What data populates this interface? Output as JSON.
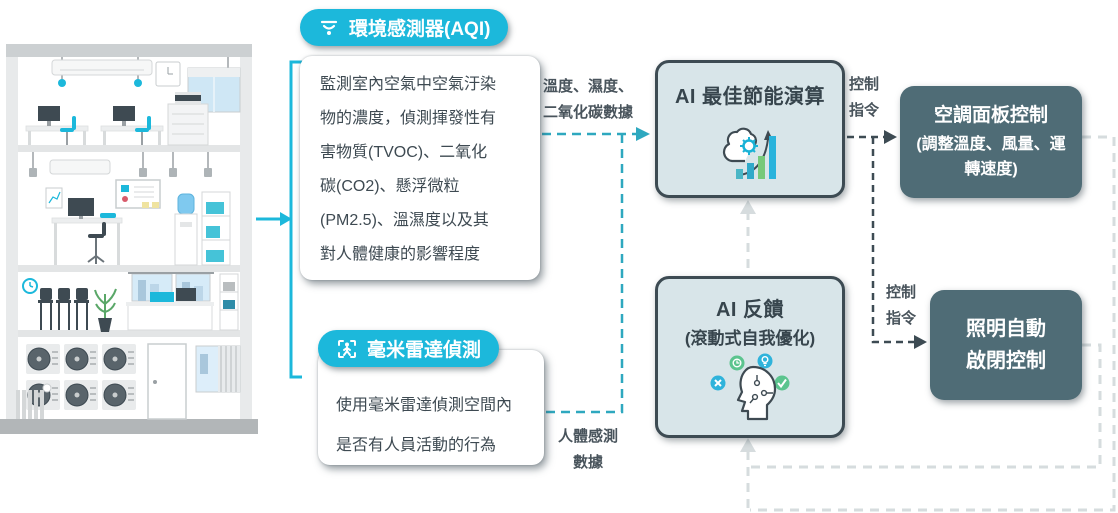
{
  "colors": {
    "accent_cyan": "#1CB8DB",
    "teal_dash": "#2EA8BF",
    "dark_slate": "#3D4B53",
    "ai_box_fill": "#D8E5E9",
    "control_box_fill": "#4F6C76",
    "feedback_dash": "#D6DCDE",
    "green_accent": "#5BC48E"
  },
  "icons": {
    "aqi": "sensor-waves-icon",
    "radar": "person-detect-icon",
    "algorithm": "brain-gear-chart-icon",
    "feedback": "head-circuit-icon"
  },
  "sensor_aqi": {
    "title": "環境感測器(AQI)",
    "body": "監測室內空氣中空氣汙染\n物的濃度，偵測揮發性有\n害物質(TVOC)、二氧化\n碳(CO2)、懸浮微粒\n(PM2.5)、溫濕度以及其\n對人體健康的影響程度"
  },
  "sensor_radar": {
    "title": "毫米雷達偵測",
    "body": "使用毫米雷達偵測空間內\n是否有人員活動的行為"
  },
  "ai_algorithm": {
    "title": "AI 最佳節能演算"
  },
  "ai_feedback": {
    "title": "AI 反饋",
    "subtitle": "(滾動式自我優化)"
  },
  "control_hvac": {
    "title": "空調面板控制",
    "subtitle": "(調整溫度、風量、運\n轉速度)"
  },
  "control_lighting": {
    "title": "照明自動\n啟閉控制"
  },
  "labels": {
    "env_data": "溫度、濕度、\n二氧化碳數據",
    "human_data": "人體感測\n數據",
    "cmd_top": "控制\n指令",
    "cmd_right": "控制\n指令"
  }
}
